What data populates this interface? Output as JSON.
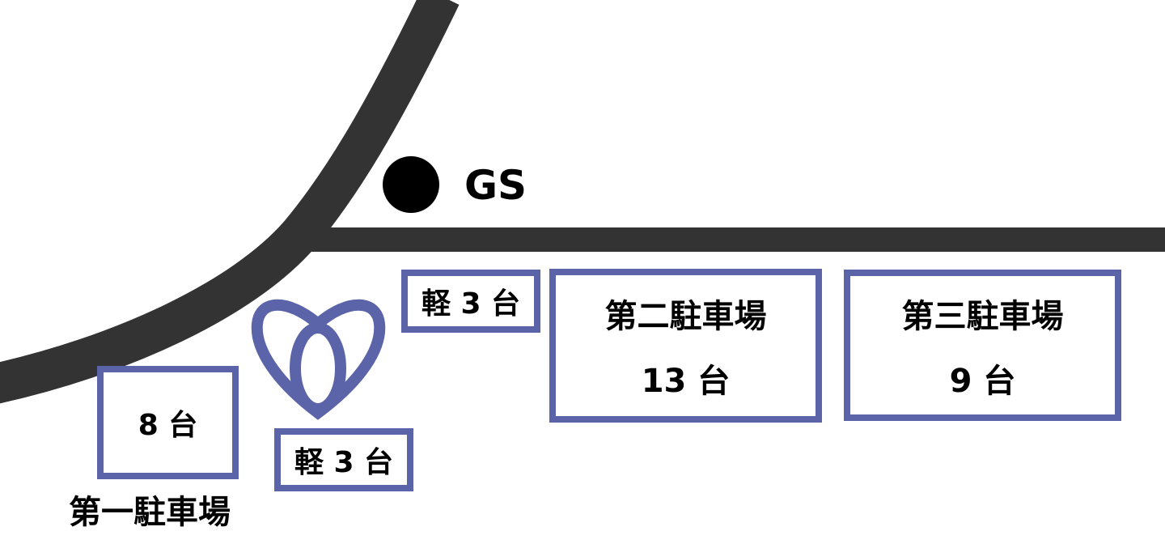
{
  "map": {
    "landmark": {
      "icon": "gas-station-dot",
      "label": "GS"
    },
    "colors": {
      "road": "#333333",
      "parking_border": "#5b64a8",
      "logo": "#5b64a8",
      "text": "#000000"
    },
    "parking": [
      {
        "id": "lot1",
        "name": "第一駐車場",
        "capacity": "8 台"
      },
      {
        "id": "kei1",
        "capacity": "軽 3 台"
      },
      {
        "id": "kei2",
        "capacity": "軽 3 台"
      },
      {
        "id": "lot2",
        "name": "第二駐車場",
        "capacity": "13 台"
      },
      {
        "id": "lot3",
        "name": "第三駐車場",
        "capacity": "9 台"
      }
    ]
  }
}
